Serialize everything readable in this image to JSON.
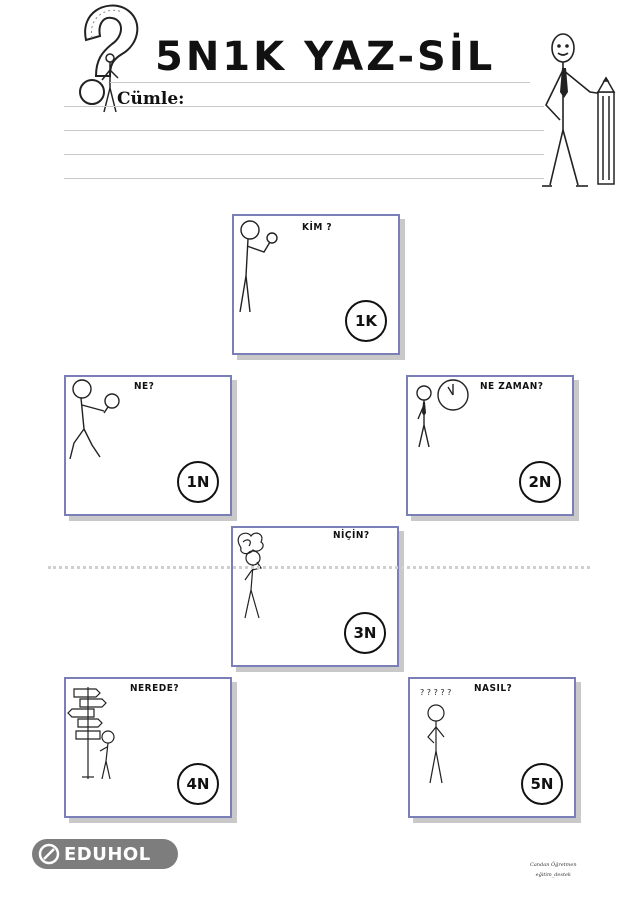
{
  "header": {
    "title": "5N1K YAZ-SİL",
    "sentence_label": "Cümle:"
  },
  "cards": [
    {
      "id": "kim",
      "question": "KİM ?",
      "badge": "1K"
    },
    {
      "id": "ne",
      "question": "NE?",
      "badge": "1N"
    },
    {
      "id": "ne-zaman",
      "question": "NE ZAMAN?",
      "badge": "2N"
    },
    {
      "id": "nicin",
      "question": "NİÇİN?",
      "badge": "3N"
    },
    {
      "id": "nerede",
      "question": "NEREDE?",
      "badge": "4N"
    },
    {
      "id": "nasil",
      "question": "NASIL?",
      "badge": "5N"
    }
  ],
  "footer": {
    "logo": "EDUHOL",
    "signature_line1": "Candan Öğretmen",
    "signature_line2": "eğitim_destek"
  },
  "colors": {
    "card_border": "#7a7fb8",
    "card_shadow": "#c9c9c9",
    "logo_bg": "#7d7d7d"
  }
}
